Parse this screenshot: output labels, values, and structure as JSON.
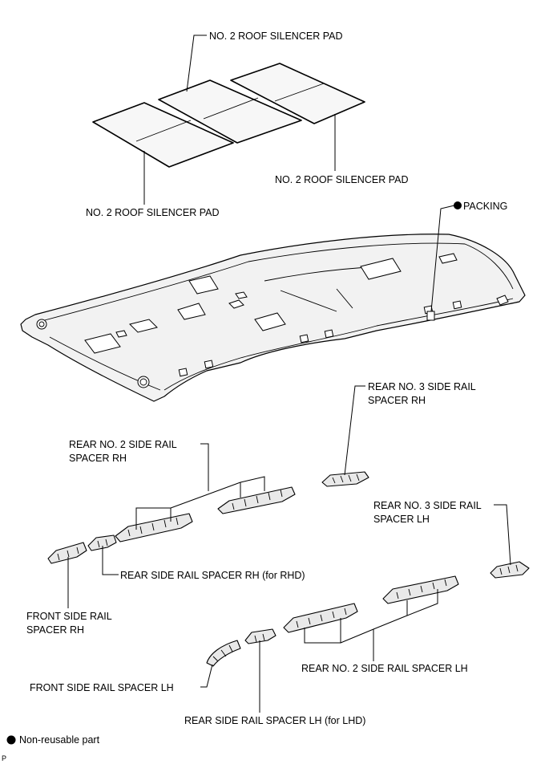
{
  "labels": {
    "pad_top": "NO. 2 ROOF SILENCER PAD",
    "pad_right": "NO. 2 ROOF SILENCER PAD",
    "pad_left": "NO. 2 ROOF SILENCER PAD",
    "packing": "PACKING",
    "rear3_rh_line1": "REAR NO. 3 SIDE RAIL",
    "rear3_rh_line2": "SPACER RH",
    "rear2_rh_line1": "REAR NO. 2 SIDE RAIL",
    "rear2_rh_line2": "SPACER RH",
    "rear3_lh_line1": "REAR NO. 3 SIDE RAIL",
    "rear3_lh_line2": "SPACER LH",
    "rear_rh_rhd": "REAR SIDE RAIL SPACER RH (for RHD)",
    "front_rh_line1": "FRONT SIDE RAIL",
    "front_rh_line2": "SPACER RH",
    "rear2_lh": "REAR NO. 2 SIDE RAIL SPACER LH",
    "front_lh": "FRONT SIDE RAIL SPACER LH",
    "rear_lh_lhd": "REAR SIDE RAIL SPACER LH (for LHD)"
  },
  "legend": {
    "non_reusable": "Non-reusable part"
  },
  "corner_mark": "P"
}
